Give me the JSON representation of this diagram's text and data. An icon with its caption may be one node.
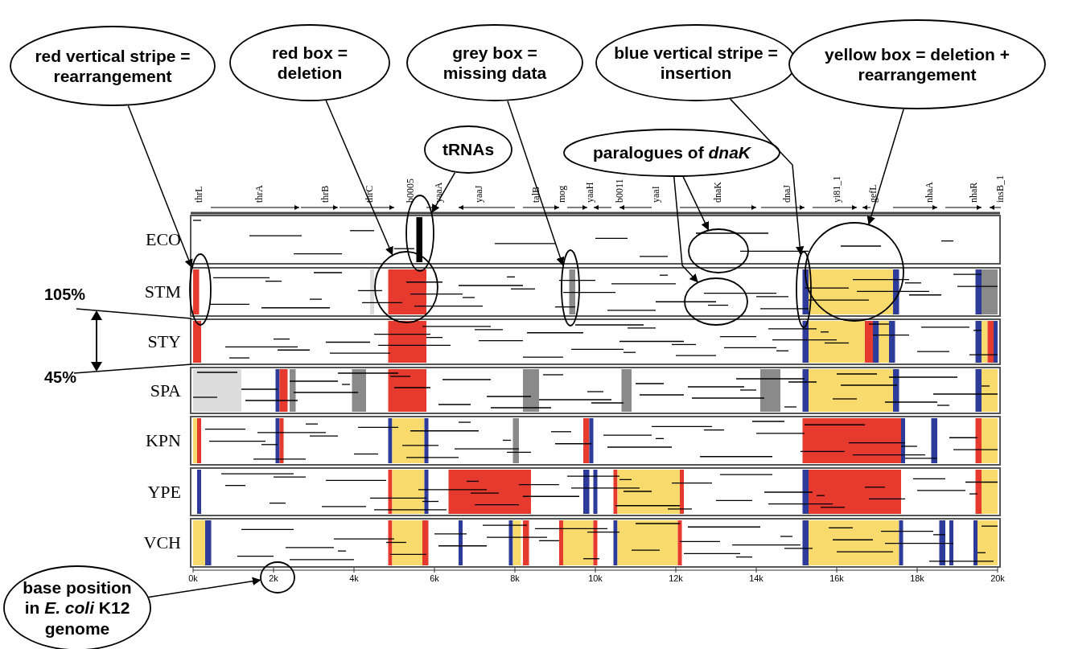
{
  "diagram": {
    "nodes": [
      {
        "text": [
          "red vertical stripe = rearrangement"
        ]
      },
      {
        "text": [
          "red box = deletion"
        ]
      },
      {
        "text": [
          "grey box = missing data"
        ]
      },
      {
        "text": [
          "blue vertical stripe = insertion"
        ]
      },
      {
        "text": [
          "yellow box = deletion + rearrangement"
        ]
      },
      {
        "text": [
          "tRNAs"
        ]
      },
      {
        "text": [
          "paralogues of *dnaK*"
        ]
      },
      {
        "text": [
          "base position in *E. coli* K12 genome"
        ]
      },
      {
        "text": [],
        "shape": "circle"
      },
      {
        "text": [],
        "shape": "circle"
      },
      {
        "text": [],
        "shape": "circle"
      },
      {
        "text": [],
        "shape": "circle"
      },
      {
        "text": [],
        "shape": "circle"
      },
      {
        "text": [],
        "shape": "circle"
      },
      {
        "text": [],
        "shape": "circle"
      },
      {
        "text": [],
        "shape": "circle"
      },
      {
        "text": [],
        "shape": "circle"
      }
    ],
    "edges": [
      {
        "from": 0,
        "to": 8,
        "arrow": "to"
      },
      {
        "from": 1,
        "to": 10,
        "arrow": "to"
      },
      {
        "from": 2,
        "to": 11,
        "arrow": "to"
      },
      {
        "from": 3,
        "to": 14,
        "arrow": "to"
      },
      {
        "from": 4,
        "to": 15,
        "arrow": "to"
      },
      {
        "from": 5,
        "to": 9,
        "arrow": "to"
      },
      {
        "from": 6,
        "to": 12,
        "arrow": "to"
      },
      {
        "from": 6,
        "to": 13,
        "arrow": "to"
      },
      {
        "from": 7,
        "to": 16,
        "arrow": "to"
      }
    ],
    "labels": [
      "thrL",
      "thrA",
      "thrB",
      "thrC",
      "b0005",
      "yaaA",
      "yaaJ",
      "talB",
      "mog",
      "yaaH",
      "b0011",
      "yaaI",
      "dnaK",
      "dnaJ",
      "yi81_1",
      "gefL",
      "nhaA",
      "nhaR",
      "insB_1",
      "ECO",
      "105%",
      "STM",
      "STY",
      "45%",
      "SPA",
      "KPN",
      "YPE",
      "VCH",
      "0k",
      "2k",
      "4k",
      "6k",
      "8k",
      "10k",
      "12k",
      "14k",
      "16k",
      "18k",
      "20k"
    ]
  }
}
